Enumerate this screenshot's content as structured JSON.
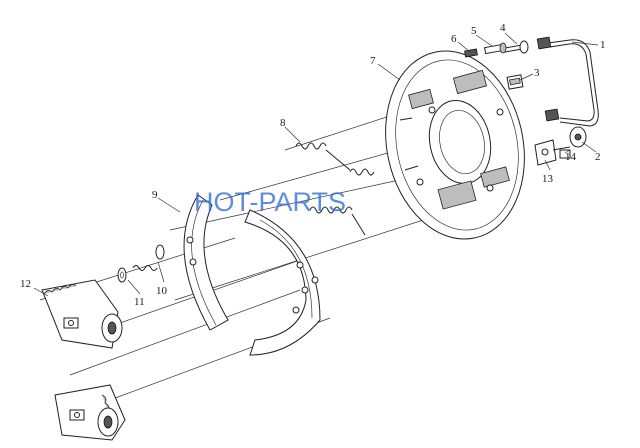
{
  "diagram": {
    "callouts": [
      {
        "id": "c1",
        "text": "1"
      },
      {
        "id": "c2",
        "text": "2"
      },
      {
        "id": "c3",
        "text": "3"
      },
      {
        "id": "c4",
        "text": "4"
      },
      {
        "id": "c5",
        "text": "5"
      },
      {
        "id": "c6",
        "text": "6"
      },
      {
        "id": "c7",
        "text": "7"
      },
      {
        "id": "c8",
        "text": "8"
      },
      {
        "id": "c9",
        "text": "9"
      },
      {
        "id": "c10",
        "text": "10"
      },
      {
        "id": "c11",
        "text": "11"
      },
      {
        "id": "c12",
        "text": "12"
      },
      {
        "id": "c13",
        "text": "13"
      },
      {
        "id": "c14",
        "text": "14"
      }
    ],
    "watermark": "HOT-PARTS",
    "colors": {
      "line": "#222222",
      "watermark": "#2f6fd6",
      "background": "#ffffff"
    }
  }
}
